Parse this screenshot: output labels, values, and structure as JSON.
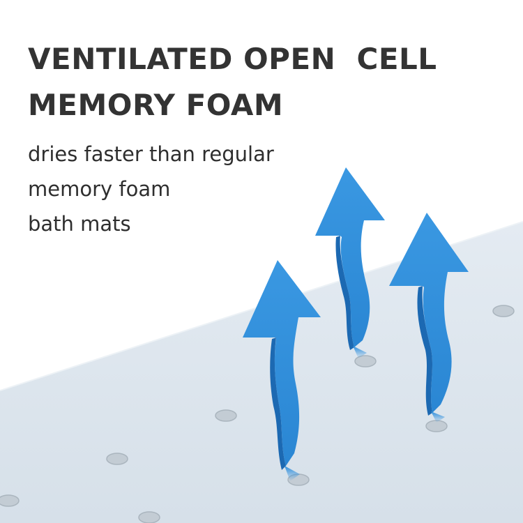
{
  "headline": {
    "line1": "VENTILATED OPEN  CELL",
    "line2": "MEMORY FOAM"
  },
  "subtext": {
    "line1": "dries faster than regular",
    "line2": "memory foam",
    "line3": "bath mats"
  },
  "colors": {
    "text": "#333333",
    "foam": "#dde6ee",
    "foam_hole": "#c2ccd4",
    "arrow": "#2f8fdc",
    "arrow_shadow": "#1b68b0"
  },
  "icons": {
    "airflow": "airflow-arrow-icon",
    "vent_hole": "ventilation-hole"
  }
}
